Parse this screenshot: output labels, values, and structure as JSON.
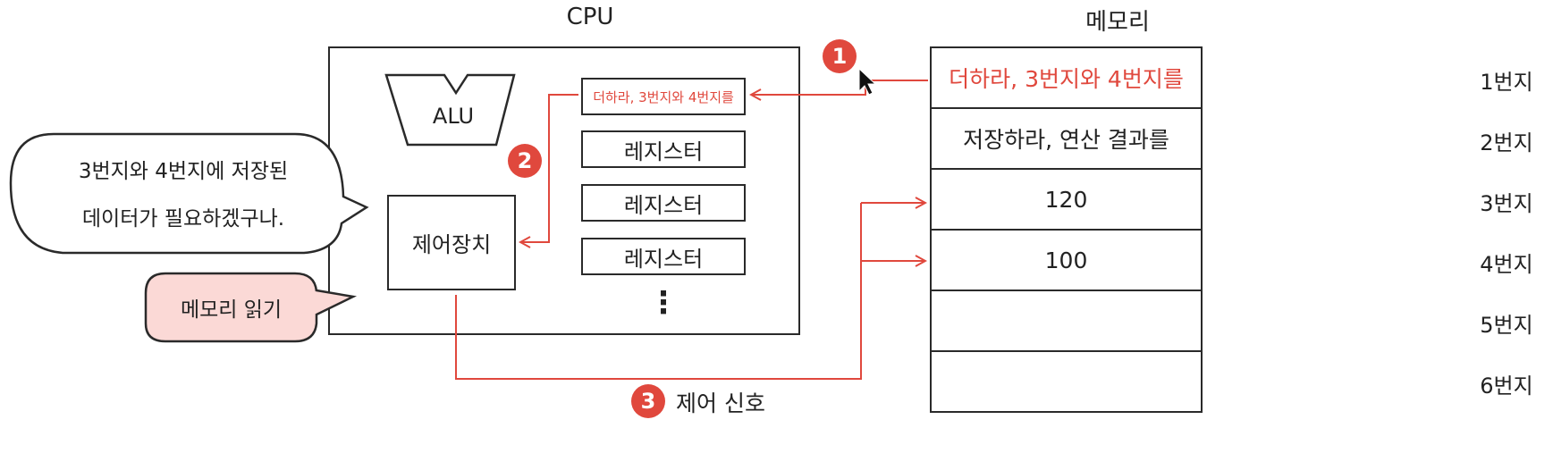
{
  "cpu": {
    "title": "CPU",
    "alu_label": "ALU",
    "control_unit_label": "제어장치",
    "instruction_register_text": "더하라, 3번지와 4번지를",
    "registers": [
      "레지스터",
      "레지스터",
      "레지스터"
    ],
    "more_indicator": "⋮"
  },
  "memory": {
    "title": "메모리",
    "cells": [
      {
        "content": "더하라, 3번지와 4번지를",
        "address": "1번지"
      },
      {
        "content": "저장하라, 연산 결과를",
        "address": "2번지"
      },
      {
        "content": "120",
        "address": "3번지"
      },
      {
        "content": "100",
        "address": "4번지"
      },
      {
        "content": "",
        "address": "5번지"
      },
      {
        "content": "",
        "address": "6번지"
      }
    ]
  },
  "speech_bubble": {
    "line1": "3번지와 4번지에 저장된",
    "line2": "데이터가 필요하겠구나."
  },
  "read_bubble": {
    "text": "메모리 읽기"
  },
  "steps": [
    {
      "number": "1"
    },
    {
      "number": "2"
    },
    {
      "number": "3",
      "label": "제어 신호"
    }
  ],
  "colors": {
    "accent": "#e0483d",
    "line": "#2a2a2a",
    "bubble_fill": "#fbd9d6"
  }
}
